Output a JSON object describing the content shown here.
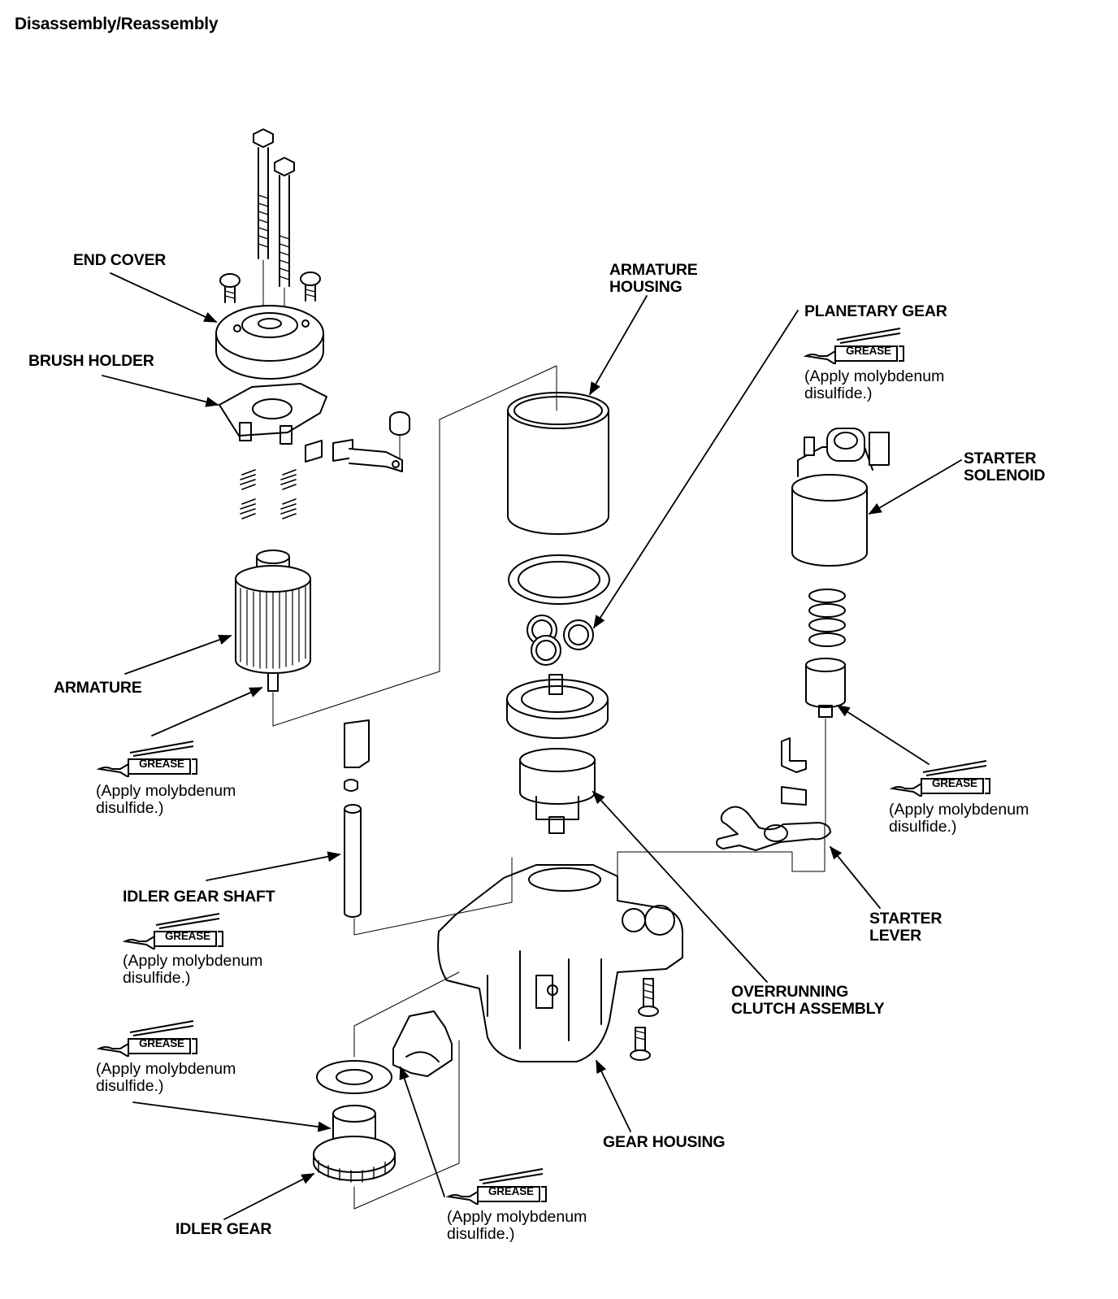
{
  "page_title": "Disassembly/Reassembly",
  "labels": {
    "end_cover": "END COVER",
    "brush_holder": "BRUSH HOLDER",
    "armature": "ARMATURE",
    "armature_housing_1": "ARMATURE",
    "armature_housing_2": "HOUSING",
    "planetary_gear": "PLANETARY GEAR",
    "starter_solenoid_1": "STARTER",
    "starter_solenoid_2": "SOLENOID",
    "idler_gear_shaft": "IDLER GEAR SHAFT",
    "starter_lever_1": "STARTER",
    "starter_lever_2": "LEVER",
    "overrunning_1": "OVERRUNNING",
    "overrunning_2": "CLUTCH ASSEMBLY",
    "gear_housing": "GEAR HOUSING",
    "idler_gear": "IDLER GEAR"
  },
  "grease": {
    "tag": "GREASE",
    "note_line1": "(Apply molybdenum",
    "note_line2": "disulfide.)"
  }
}
